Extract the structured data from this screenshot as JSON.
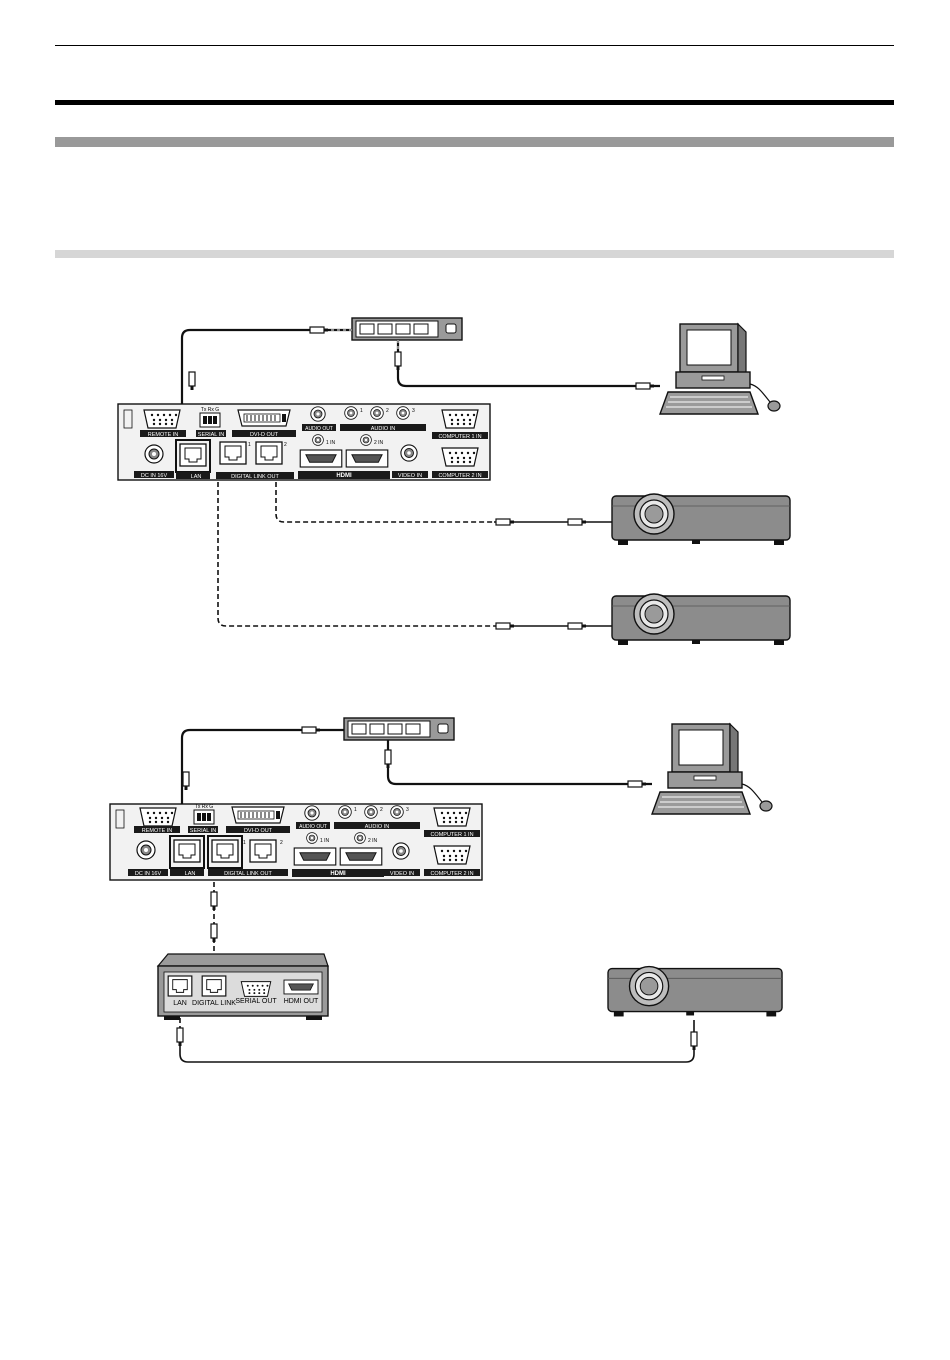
{
  "colors": {
    "ink": "#111111",
    "panel": "#f2f2f2",
    "panel_dark": "#1a1a1a",
    "device_gray": "#8c8c8c",
    "section_bar": "#999999",
    "subsection_bar": "#d6d6d6"
  },
  "icons": [
    "hub-icon",
    "computer-icon",
    "projector-icon",
    "receiver-box-icon",
    "cable-plug-icon"
  ],
  "diagram1": {
    "panel_top": {
      "remote_in": "REMOTE IN",
      "serial_in": "SERIAL IN",
      "serial_pins": "Tx Rx G",
      "dvi_out": "DVI-D OUT",
      "audio_out": "AUDIO OUT",
      "audio_in": "AUDIO IN",
      "audio_ch1": "1",
      "audio_ch2": "2",
      "audio_ch3": "3",
      "computer1_in": "COMPUTER 1 IN"
    },
    "panel_bottom": {
      "dc_in": "DC IN 16V",
      "lan": "LAN",
      "digital_link_out": "DIGITAL LINK OUT",
      "dl_port1": "1",
      "dl_port2": "2",
      "hdmi_1in": "1 IN",
      "hdmi_2in": "2 IN",
      "hdmi_logo": "HDMI",
      "video_in": "VIDEO IN",
      "computer2_in": "COMPUTER 2 IN"
    }
  },
  "diagram2": {
    "panel_top": {
      "remote_in": "REMOTE IN",
      "serial_in": "SERIAL IN",
      "serial_pins": "Tx Rx G",
      "dvi_out": "DVI-D OUT",
      "audio_out": "AUDIO OUT",
      "audio_in": "AUDIO IN",
      "audio_ch1": "1",
      "audio_ch2": "2",
      "audio_ch3": "3",
      "computer1_in": "COMPUTER 1 IN"
    },
    "panel_bottom": {
      "dc_in": "DC IN 16V",
      "lan": "LAN",
      "digital_link_out": "DIGITAL LINK OUT",
      "dl_port1": "1",
      "dl_port2": "2",
      "hdmi_1in": "1 IN",
      "hdmi_2in": "2 IN",
      "hdmi_logo": "HDMI",
      "video_in": "VIDEO IN",
      "computer2_in": "COMPUTER 2 IN"
    },
    "receiver": {
      "lan": "LAN",
      "digital_link": "DIGITAL LINK",
      "serial_out": "SERIAL OUT",
      "hdmi_out": "HDMI OUT"
    }
  }
}
